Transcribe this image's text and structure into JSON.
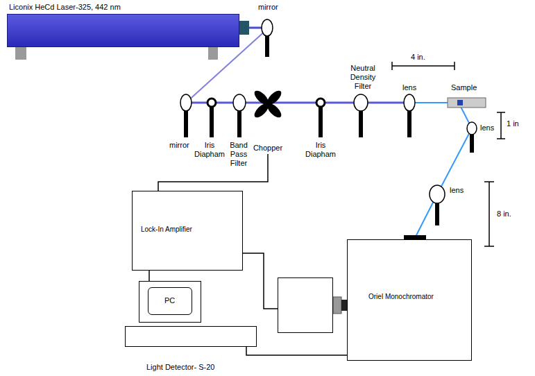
{
  "diagram": {
    "nodes": [
      {
        "text": [
          "Liconix HeCd Laser-325, 442 nm"
        ]
      },
      {
        "text": [
          "Chopper"
        ]
      },
      {
        "text": [
          "Lock-In Amplifier"
        ]
      },
      {
        "text": [
          "PC"
        ]
      },
      {
        "text": [
          "Light Detector- S-20"
        ]
      },
      {
        "text": [
          "Oriel Monochromator"
        ]
      }
    ],
    "edges": [
      {
        "from": 1,
        "to": 2,
        "arrow": "none"
      },
      {
        "from": 2,
        "to": 3,
        "arrow": "none"
      },
      {
        "from": 2,
        "to": 4,
        "arrow": "none"
      },
      {
        "from": 3,
        "to": 5,
        "arrow": "none"
      }
    ],
    "labels": [
      "mirror",
      "mirror",
      "Iris Diapham",
      "Band Pass Filter",
      "Iris Diapham",
      "Neutral Density Filter",
      "lens",
      "Sample",
      "4 in.",
      "1 in",
      "lens",
      "lens",
      "8 in."
    ]
  }
}
